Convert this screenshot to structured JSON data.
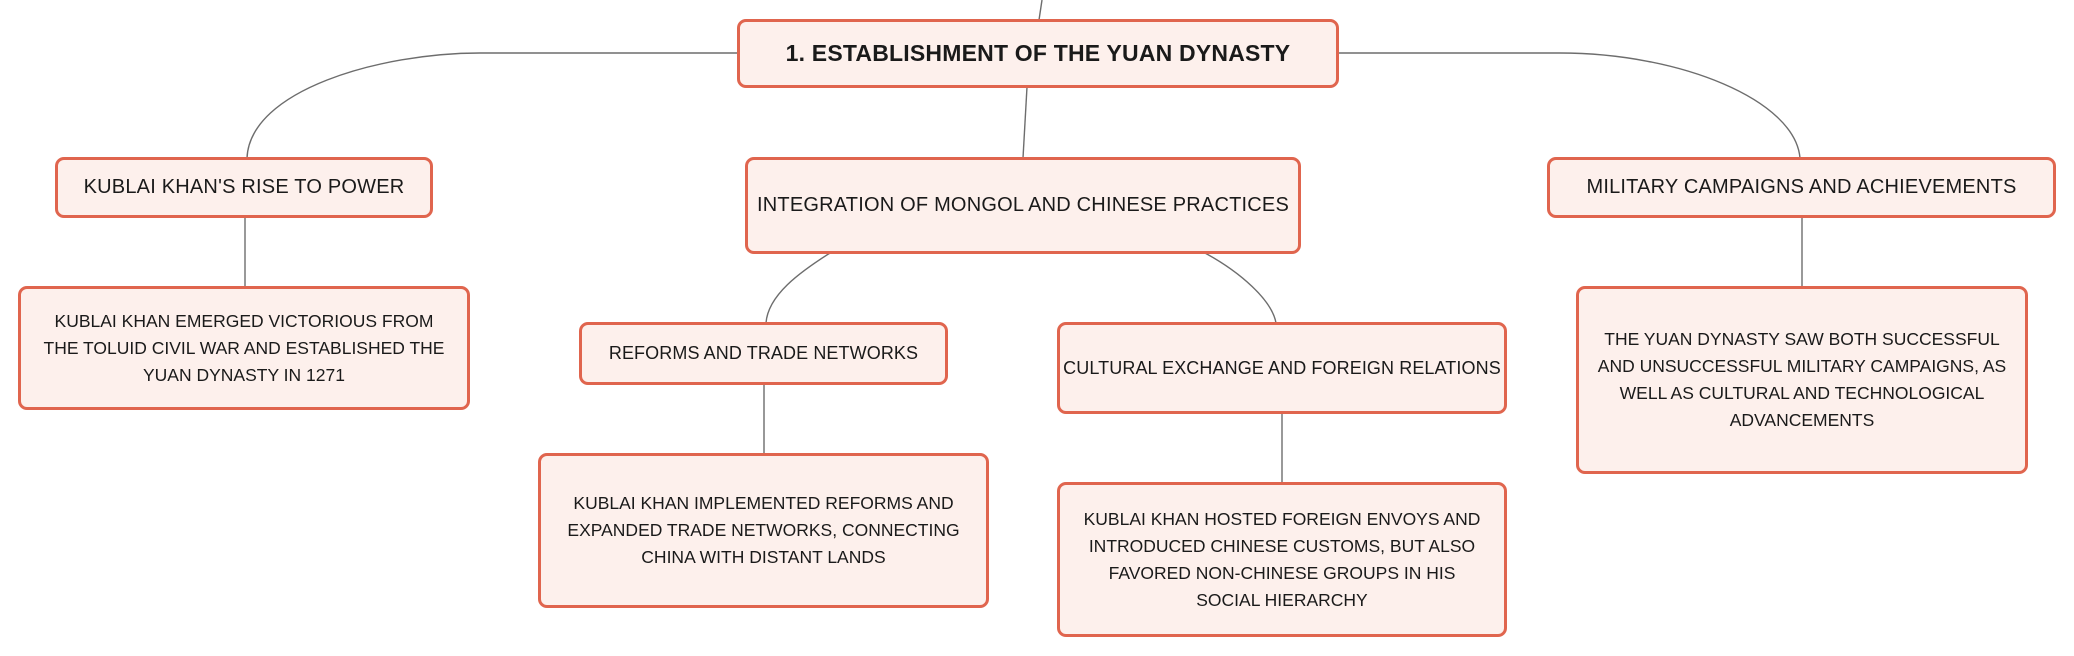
{
  "mindmap": {
    "root": {
      "label": "1. ESTABLISHMENT OF THE YUAN DYNASTY"
    },
    "branches": [
      {
        "label": "KUBLAI KHAN'S RISE TO POWER",
        "detail": "KUBLAI KHAN EMERGED VICTORIOUS FROM THE TOLUID CIVIL WAR AND ESTABLISHED THE YUAN DYNASTY IN 1271"
      },
      {
        "label": "INTEGRATION OF MONGOL AND CHINESE PRACTICES",
        "children": [
          {
            "label": "REFORMS AND TRADE NETWORKS",
            "detail": "KUBLAI KHAN IMPLEMENTED REFORMS AND EXPANDED TRADE NETWORKS, CONNECTING CHINA WITH DISTANT LANDS"
          },
          {
            "label": "CULTURAL EXCHANGE AND FOREIGN RELATIONS",
            "detail": "KUBLAI KHAN HOSTED FOREIGN ENVOYS AND INTRODUCED CHINESE CUSTOMS, BUT ALSO FAVORED NON-CHINESE GROUPS IN HIS SOCIAL HIERARCHY"
          }
        ]
      },
      {
        "label": "MILITARY CAMPAIGNS AND ACHIEVEMENTS",
        "detail": "THE YUAN DYNASTY SAW BOTH SUCCESSFUL AND UNSUCCESSFUL MILITARY CAMPAIGNS, AS WELL AS CULTURAL AND TECHNOLOGICAL ADVANCEMENTS"
      }
    ],
    "colors": {
      "node_fill": "#fdf0ec",
      "node_border": "#e0654e",
      "connector": "#6d6d6d",
      "text": "#1a1a1a"
    }
  }
}
